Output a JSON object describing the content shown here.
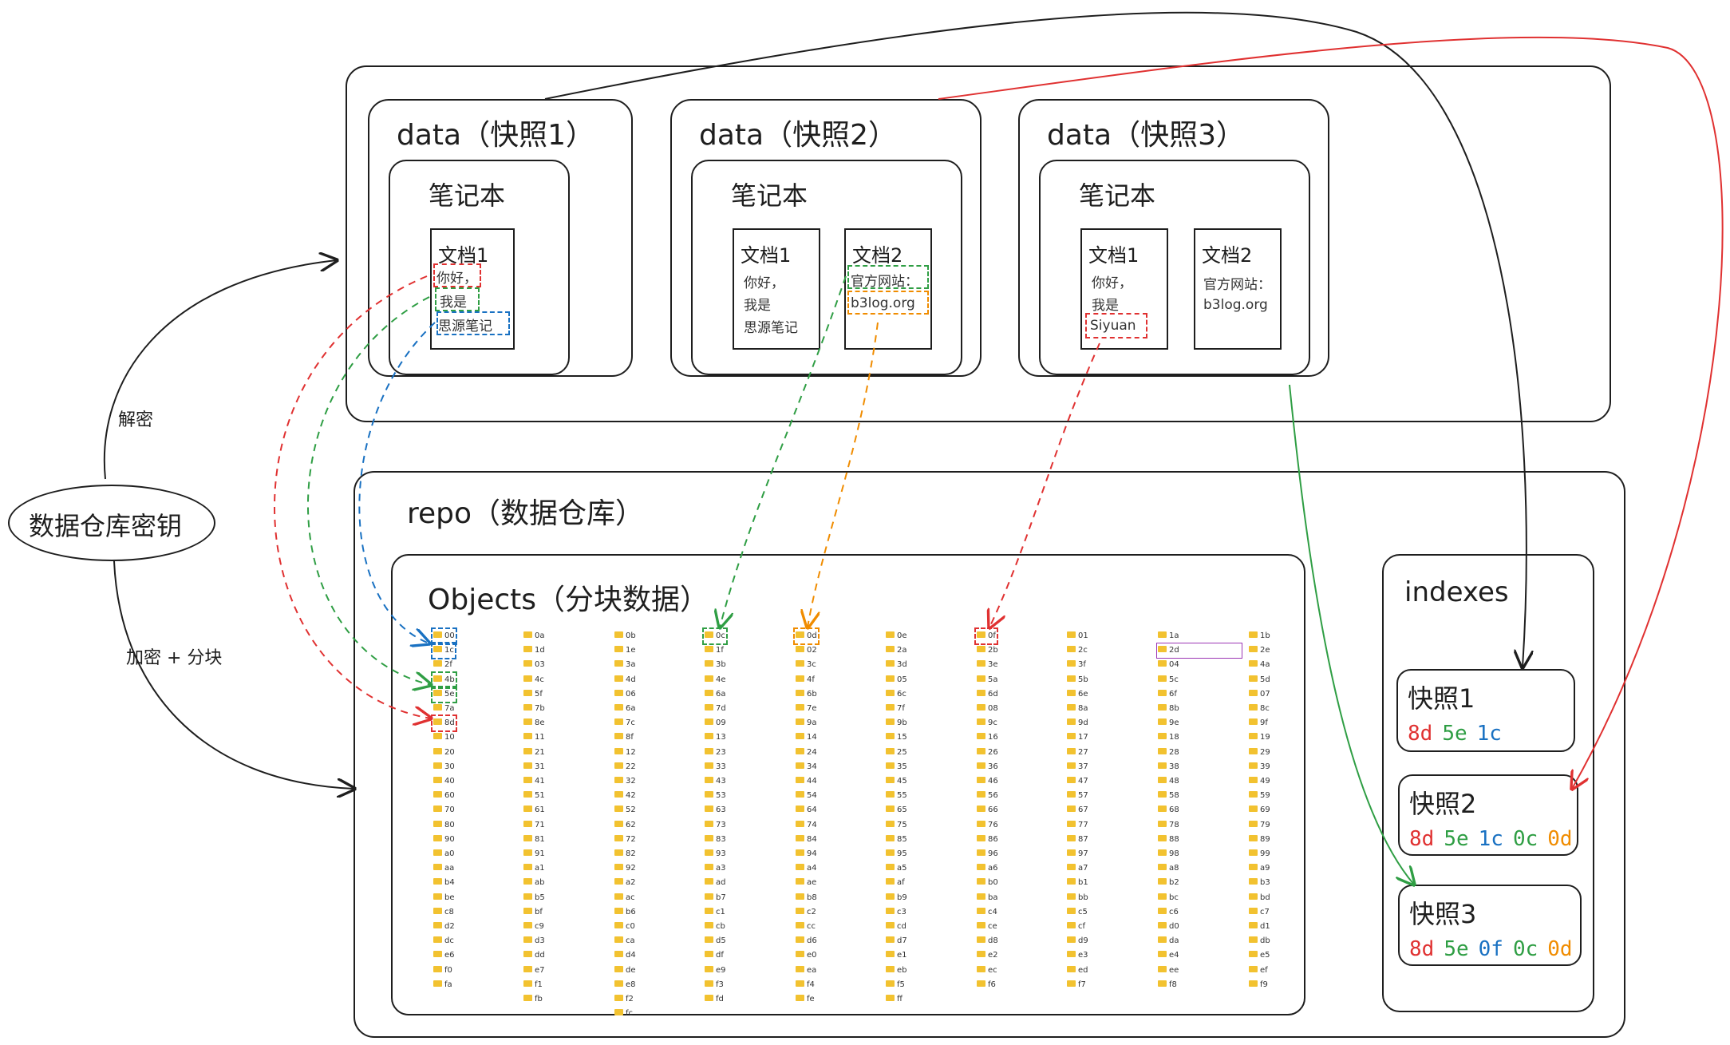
{
  "colors": {
    "red": "#e03131",
    "green": "#2f9e44",
    "blue": "#1971c2",
    "orange": "#f08c00",
    "purple": "#9c36b5",
    "ink": "#1e1e1e"
  },
  "key": {
    "label": "数据仓库密钥",
    "decrypt_label": "解密",
    "encrypt_label": "加密 + 分块"
  },
  "data": {
    "snap1": {
      "title": "data（快照1）",
      "notebook": "笔记本",
      "doc1": {
        "title": "文档1",
        "lines": [
          "你好，",
          "我是",
          "思源笔记"
        ]
      }
    },
    "snap2": {
      "title": "data（快照2）",
      "notebook": "笔记本",
      "doc1": {
        "title": "文档1",
        "lines": [
          "你好，",
          "我是",
          "思源笔记"
        ]
      },
      "doc2": {
        "title": "文档2",
        "lines": [
          "官方网站：",
          "b3log.org"
        ]
      }
    },
    "snap3": {
      "title": "data（快照3）",
      "notebook": "笔记本",
      "doc1": {
        "title": "文档1",
        "lines": [
          "你好，",
          "我是",
          "Siyuan"
        ]
      },
      "doc2": {
        "title": "文档2",
        "lines": [
          "官方网站：",
          "b3log.org"
        ]
      }
    }
  },
  "repo": {
    "title": "repo（数据仓库）",
    "objects_title": "Objects（分块数据）",
    "folders": [
      [
        "00",
        "1c",
        "2f",
        "4b",
        "5e",
        "7a",
        "8d",
        "10",
        "20",
        "30",
        "40",
        "60",
        "70",
        "80",
        "90",
        "a0",
        "aa",
        "b4",
        "be",
        "c8",
        "d2",
        "dc",
        "e6",
        "f0",
        "fa"
      ],
      [
        "0a",
        "1d",
        "03",
        "4c",
        "5f",
        "7b",
        "8e",
        "11",
        "21",
        "31",
        "41",
        "51",
        "61",
        "71",
        "81",
        "91",
        "a1",
        "ab",
        "b5",
        "bf",
        "c9",
        "d3",
        "dd",
        "e7",
        "f1",
        "fb"
      ],
      [
        "0b",
        "1e",
        "3a",
        "4d",
        "06",
        "6a",
        "7c",
        "8f",
        "12",
        "22",
        "32",
        "42",
        "52",
        "62",
        "72",
        "82",
        "92",
        "a2",
        "ac",
        "b6",
        "c0",
        "ca",
        "d4",
        "de",
        "e8",
        "f2",
        "fc"
      ],
      [
        "0c",
        "1f",
        "3b",
        "4e",
        "6a",
        "7d",
        "09",
        "13",
        "23",
        "33",
        "43",
        "53",
        "63",
        "73",
        "83",
        "93",
        "a3",
        "ad",
        "b7",
        "c1",
        "cb",
        "d5",
        "df",
        "e9",
        "f3",
        "fd"
      ],
      [
        "0d",
        "02",
        "3c",
        "4f",
        "6b",
        "7e",
        "9a",
        "14",
        "24",
        "34",
        "44",
        "54",
        "64",
        "74",
        "84",
        "94",
        "a4",
        "ae",
        "b8",
        "c2",
        "cc",
        "d6",
        "e0",
        "ea",
        "f4",
        "fe"
      ],
      [
        "0e",
        "2a",
        "3d",
        "05",
        "6c",
        "7f",
        "9b",
        "15",
        "25",
        "35",
        "45",
        "55",
        "65",
        "75",
        "85",
        "95",
        "a5",
        "af",
        "b9",
        "c3",
        "cd",
        "d7",
        "e1",
        "eb",
        "f5",
        "ff"
      ],
      [
        "0f",
        "2b",
        "3e",
        "5a",
        "6d",
        "08",
        "9c",
        "16",
        "26",
        "36",
        "46",
        "56",
        "66",
        "76",
        "86",
        "96",
        "a6",
        "b0",
        "ba",
        "c4",
        "ce",
        "d8",
        "e2",
        "ec",
        "f6"
      ],
      [
        "01",
        "2c",
        "3f",
        "5b",
        "6e",
        "8a",
        "9d",
        "17",
        "27",
        "37",
        "47",
        "57",
        "67",
        "77",
        "87",
        "97",
        "a7",
        "b1",
        "bb",
        "c5",
        "cf",
        "d9",
        "e3",
        "ed",
        "f7"
      ],
      [
        "1a",
        "2d",
        "04",
        "5c",
        "6f",
        "8b",
        "9e",
        "18",
        "28",
        "38",
        "48",
        "58",
        "68",
        "78",
        "88",
        "98",
        "a8",
        "b2",
        "bc",
        "c6",
        "d0",
        "da",
        "e4",
        "ee",
        "f8"
      ],
      [
        "1b",
        "2e",
        "4a",
        "5d",
        "07",
        "8c",
        "9f",
        "19",
        "29",
        "39",
        "49",
        "59",
        "69",
        "79",
        "89",
        "99",
        "a9",
        "b3",
        "bd",
        "c7",
        "d1",
        "db",
        "e5",
        "ef",
        "f9"
      ]
    ]
  },
  "indexes": {
    "title": "indexes",
    "snapshots": [
      {
        "name": "快照1",
        "hashes": [
          {
            "v": "8d",
            "c": "#e03131"
          },
          {
            "v": "5e",
            "c": "#2f9e44"
          },
          {
            "v": "1c",
            "c": "#1971c2"
          }
        ]
      },
      {
        "name": "快照2",
        "hashes": [
          {
            "v": "8d",
            "c": "#e03131"
          },
          {
            "v": "5e",
            "c": "#2f9e44"
          },
          {
            "v": "1c",
            "c": "#1971c2"
          },
          {
            "v": "0c",
            "c": "#2f9e44"
          },
          {
            "v": "0d",
            "c": "#f08c00"
          }
        ]
      },
      {
        "name": "快照3",
        "hashes": [
          {
            "v": "8d",
            "c": "#e03131"
          },
          {
            "v": "5e",
            "c": "#2f9e44"
          },
          {
            "v": "0f",
            "c": "#1971c2"
          },
          {
            "v": "0c",
            "c": "#2f9e44"
          },
          {
            "v": "0d",
            "c": "#f08c00"
          }
        ]
      }
    ]
  }
}
